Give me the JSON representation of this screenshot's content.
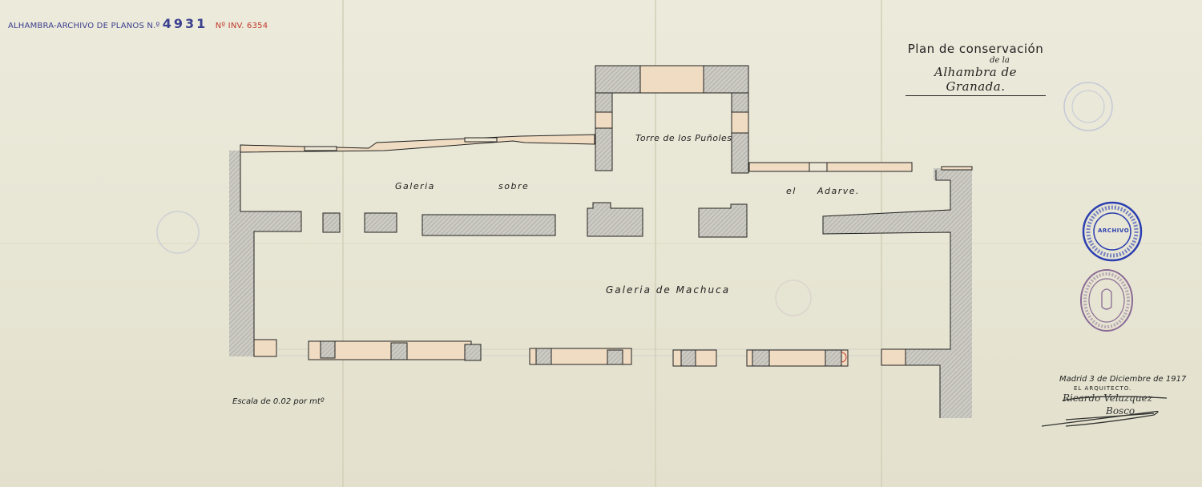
{
  "archive": {
    "label": "ALHAMBRA-ARCHIVO DE PLANOS N.º",
    "plan_number": "4931",
    "inventory": "Nº INV. 6354"
  },
  "title": {
    "line1": "Plan de conservación",
    "line2": "de la",
    "line3": "Alhambra de Granada."
  },
  "labels": {
    "torre": "Torre de los Puñoles",
    "galeria": "Galeria",
    "sobre": "sobre",
    "el": "el",
    "adarve": "Adarve.",
    "machuca": "Galeria de Machuca"
  },
  "scale": "Escala de 0.02 por mtº",
  "signature": {
    "date": "Madrid 3 de Diciembre de 1917",
    "role": "EL ARQUITECTO.",
    "name1": "Ricardo Velazquez",
    "name2": "Bosco"
  },
  "stamps": {
    "archive_stamp": "ARCHIVO"
  },
  "colors": {
    "paper": "#eceadb",
    "wall_fill": "#cbcac3",
    "column_fill": "#f0dcc2",
    "ink": "#222222",
    "stamp_blue": "#2c3fb0",
    "stamp_purple": "#8a6a95",
    "archive_blue": "#3a3f8f",
    "inventory_red": "#c0392b"
  }
}
